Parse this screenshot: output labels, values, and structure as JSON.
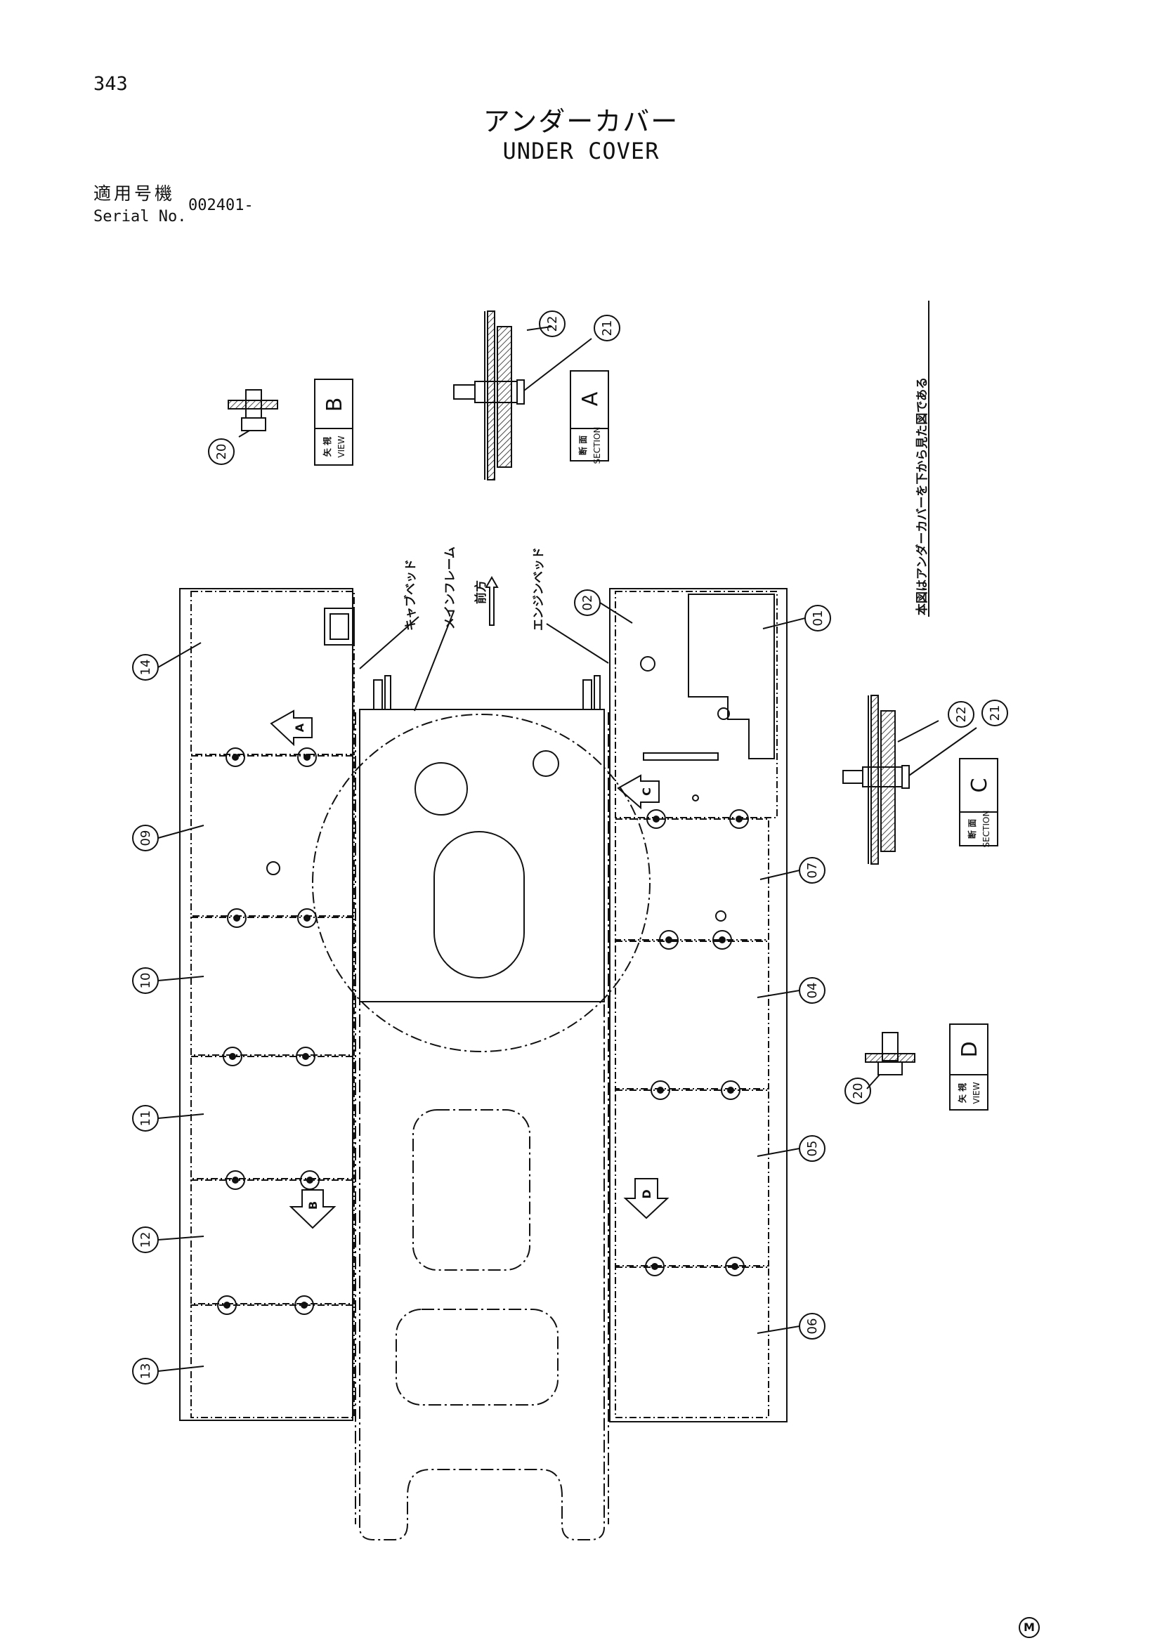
{
  "header": {
    "page_number": "343",
    "title_ja": "アンダーカバー",
    "title_en": "UNDER COVER",
    "serial_label_ja": "適用号機",
    "serial_label_en": "Serial No.",
    "serial_value": "002401-"
  },
  "note_ja": "本図はアンダーカバーを下から見た図である",
  "frame_labels": {
    "cab_bed": "キャブベッド",
    "main_frame": "メインフレーム",
    "front": "前方",
    "engine_bed": "エンジンベッド"
  },
  "views": {
    "section_ja": "断 面",
    "section_en": "SECTION",
    "view_ja": "矢 視",
    "view_en": "VIEW",
    "section_a": "A",
    "view_b": "B",
    "section_c": "C",
    "view_d": "D"
  },
  "part_numbers": {
    "p01": "01",
    "p02": "02",
    "p04": "04",
    "p05": "05",
    "p06": "06",
    "p07": "07",
    "p09": "09",
    "p10": "10",
    "p11": "11",
    "p12": "12",
    "p13": "13",
    "p14": "14",
    "p20": "20",
    "p21": "21",
    "p22": "22"
  },
  "view_arrows": {
    "a": "A",
    "b": "B",
    "c": "C",
    "d": "D"
  },
  "footer_mark": "M",
  "colors": {
    "line": "#111111",
    "paper": "#ffffff"
  }
}
